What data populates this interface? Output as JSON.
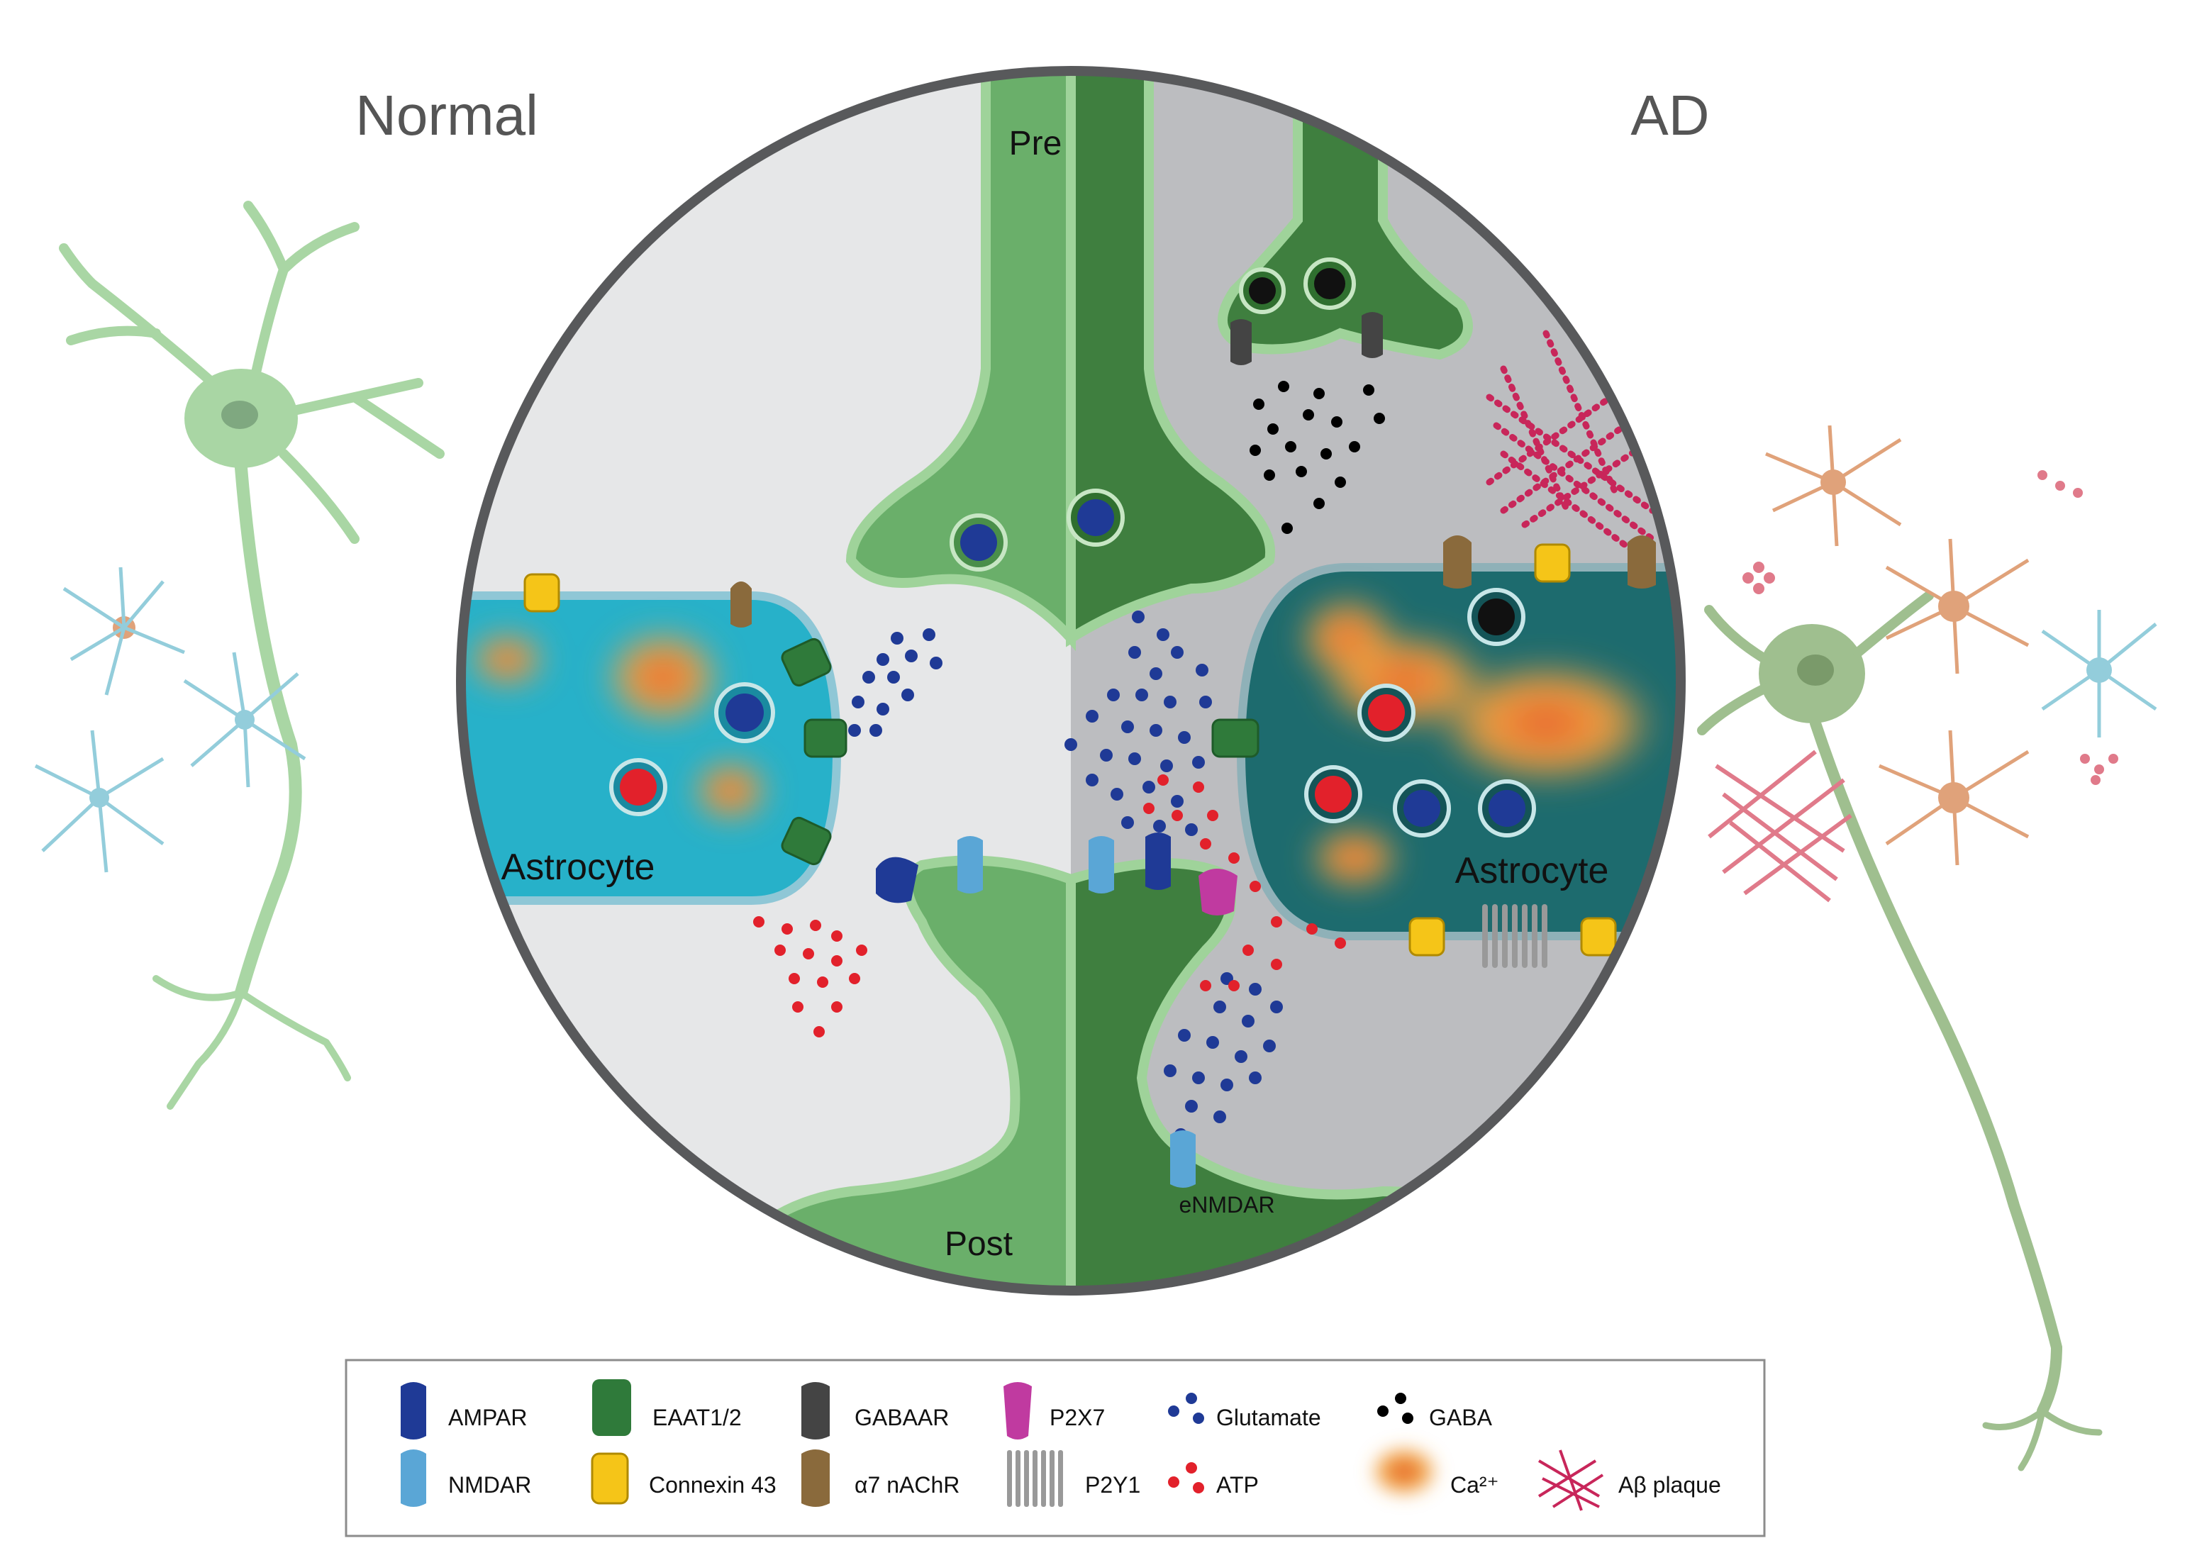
{
  "titles": {
    "normal": "Normal",
    "ad": "AD"
  },
  "labels": {
    "pre": "Pre",
    "post": "Post",
    "astrocyte_left": "Astrocyte",
    "astrocyte_right": "Astrocyte",
    "enmdar": "eNMDAR"
  },
  "legend": {
    "ampar": "AMPAR",
    "nmdar": "NMDAR",
    "eaat": "EAAT1/2",
    "connexin": "Connexin 43",
    "gabaar": "GABAAR",
    "a7": "α7 nAChR",
    "p2x7": "P2X7",
    "p2y1": "P2Y1",
    "glutamate": "Glutamate",
    "atp": "ATP",
    "gaba": "GABA",
    "ca": "Ca²⁺",
    "abeta": "Aβ plaque"
  },
  "colors": {
    "neuron_light": "#6aaf6a",
    "neuron_dark": "#3f7f3f",
    "astro_normal": "#27b1c9",
    "astro_ad": "#1d6b6e",
    "glutamate": "#1f3a96",
    "atp": "#e2212b",
    "gaba": "#000000",
    "plaque": "#c8265a"
  }
}
